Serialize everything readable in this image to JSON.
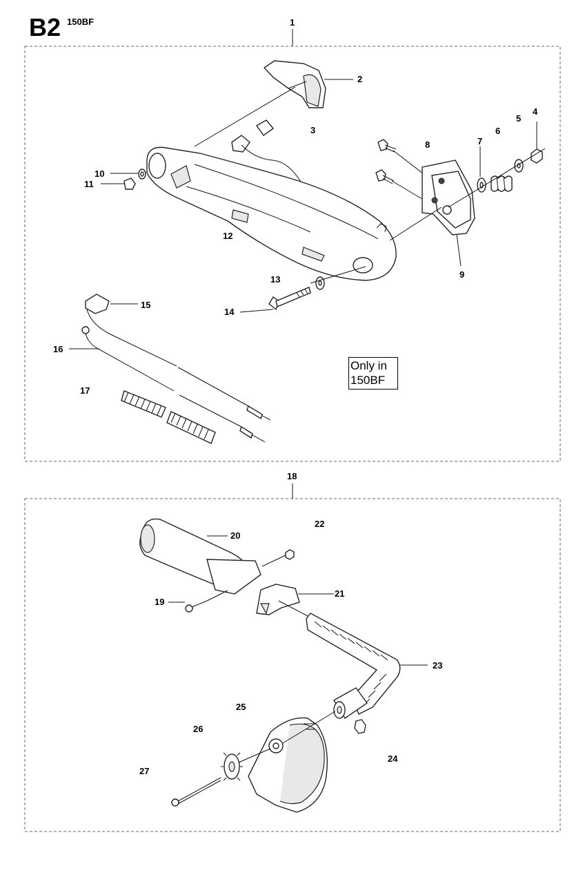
{
  "header": {
    "code": "B2",
    "model": "150BF"
  },
  "note": {
    "text": "Only in\n150BF"
  },
  "callouts": [
    {
      "id": "1",
      "label": "1"
    },
    {
      "id": "2",
      "label": "2"
    },
    {
      "id": "3",
      "label": "3"
    },
    {
      "id": "4",
      "label": "4"
    },
    {
      "id": "5",
      "label": "5"
    },
    {
      "id": "6",
      "label": "6"
    },
    {
      "id": "7",
      "label": "7"
    },
    {
      "id": "8",
      "label": "8"
    },
    {
      "id": "9",
      "label": "9"
    },
    {
      "id": "10",
      "label": "10"
    },
    {
      "id": "11",
      "label": "11"
    },
    {
      "id": "12",
      "label": "12"
    },
    {
      "id": "13",
      "label": "13"
    },
    {
      "id": "14",
      "label": "14"
    },
    {
      "id": "15",
      "label": "15"
    },
    {
      "id": "16",
      "label": "16"
    },
    {
      "id": "17",
      "label": "17"
    },
    {
      "id": "18",
      "label": "18"
    },
    {
      "id": "19",
      "label": "19"
    },
    {
      "id": "20",
      "label": "20"
    },
    {
      "id": "21",
      "label": "21"
    },
    {
      "id": "22",
      "label": "22"
    },
    {
      "id": "23",
      "label": "23"
    },
    {
      "id": "24",
      "label": "24"
    },
    {
      "id": "25",
      "label": "25"
    },
    {
      "id": "26",
      "label": "26"
    },
    {
      "id": "27",
      "label": "27"
    }
  ]
}
